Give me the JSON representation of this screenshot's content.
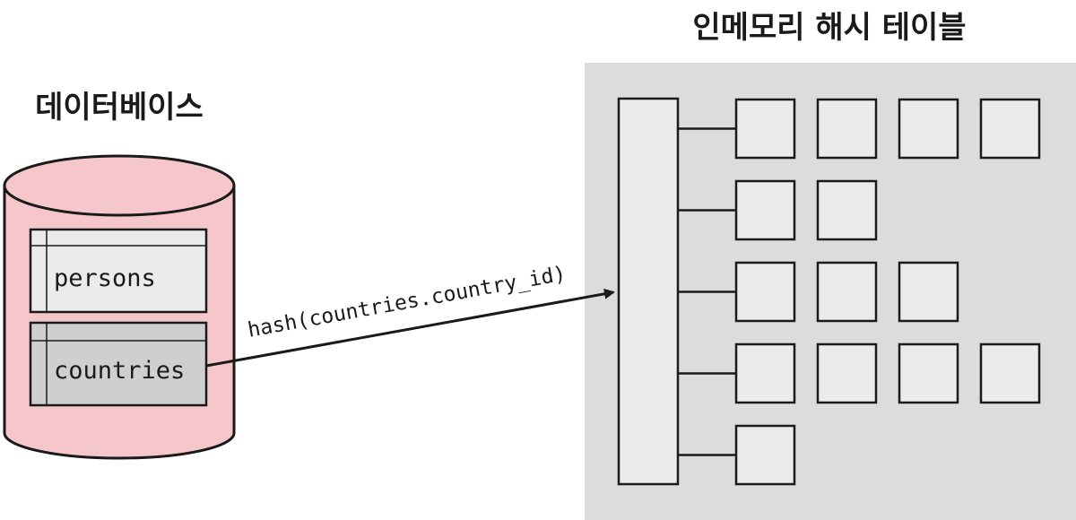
{
  "database": {
    "title": "데이터베이스",
    "tables": [
      "persons",
      "countries"
    ]
  },
  "hash_table": {
    "title": "인메모리 해시 테이블",
    "bucket_entries": [
      4,
      2,
      3,
      4,
      1
    ]
  },
  "edge": {
    "label": "hash(countries.country_id)"
  },
  "colors": {
    "cylinder_fill": "#f5c6ca",
    "panel_fill": "#dcdcdc",
    "box_fill": "#ebebeb",
    "table_highlight_fill": "#cfcfcf",
    "stroke": "#1a1a1a"
  }
}
